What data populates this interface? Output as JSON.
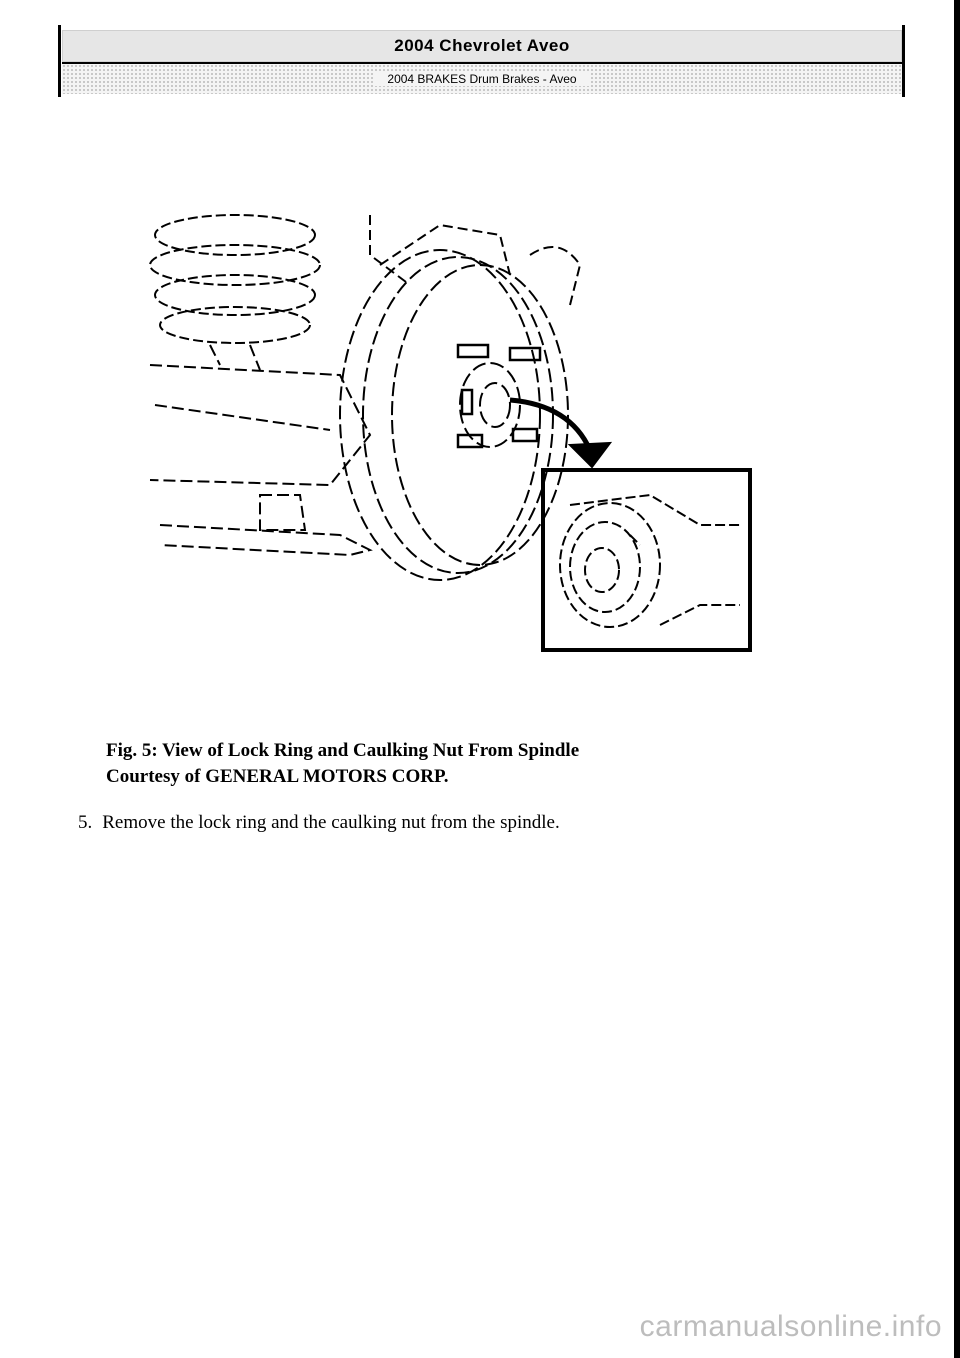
{
  "header": {
    "title": "2004 Chevrolet Aveo",
    "subtitle": "2004 BRAKES Drum Brakes - Aveo"
  },
  "figure": {
    "caption_line1": "Fig. 5: View of Lock Ring and Caulking Nut From Spindle",
    "caption_line2": "Courtesy of GENERAL MOTORS CORP."
  },
  "step": {
    "number": "5.",
    "text": "Remove the lock ring and the caulking nut from the spindle."
  },
  "watermark": "carmanualsonline.info"
}
